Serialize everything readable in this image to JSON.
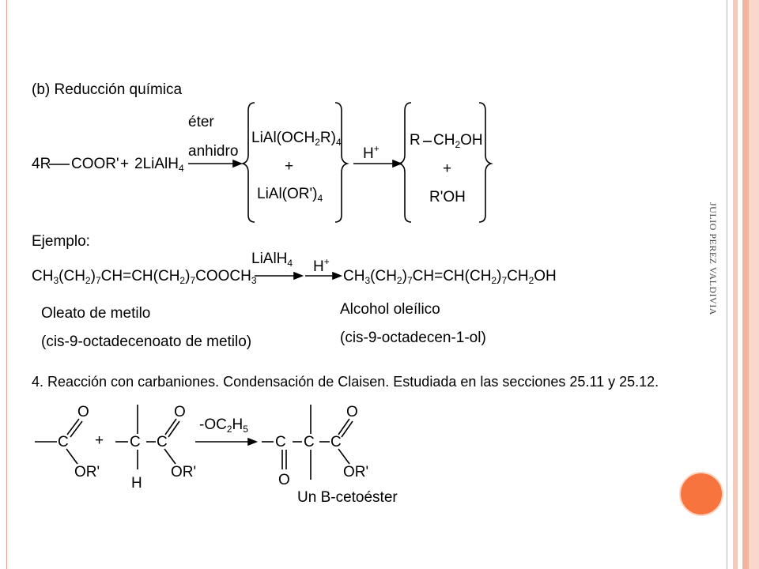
{
  "author": "JULIO PEREZ VALDIVIA",
  "section_b": {
    "title": "(b) Reducción química"
  },
  "reaction1": {
    "reactant_r": "4R",
    "reactant_ester": "COOR'",
    "plus": "+",
    "reactant_li": "2LiAlH",
    "sub4": "4",
    "cond_top": "éter",
    "cond_bottom": "anhidro",
    "int1_main": "LiAl(OCH",
    "int1_sub2": "2",
    "int1_r": "R)",
    "int1_sub4": "4",
    "int_plus": "+",
    "int2_main": "LiAl(OR')",
    "int2_sub4": "4",
    "acid_h": "H",
    "acid_plus": "+",
    "prod1_r": "R",
    "prod1_ch": "CH",
    "prod1_sub2": "2",
    "prod1_oh": "OH",
    "prod_plus": "+",
    "prod2": "R'OH"
  },
  "example": {
    "label": "Ejemplo:",
    "ch3": "CH",
    "s3": "3",
    "ch2_open": "(CH",
    "s2": "2",
    "close": ")",
    "s7": "7",
    "ch": "CH",
    "eq": "=",
    "coo_ch3": "COOCH",
    "reagent": "LiAlH",
    "reagent_sub": "4",
    "acid_h": "H",
    "acid_plus": "+",
    "prod_end": "OH",
    "reactant_name": "Oleato de  metilo",
    "reactant_iupac": "(cis-9-octadecenoato de metilo)",
    "product_name": "Alcohol oleílico",
    "product_iupac": "(cis-9-octadecen-1-ol)"
  },
  "section4": {
    "title": "4. Reacción con carbaniones. Condensación de Claisen. Estudiada en las secciones  25.11 y 25.12."
  },
  "claisen": {
    "o": "O",
    "c": "C",
    "or_prime": "OR'",
    "plus": "+",
    "h": "H",
    "reagent": "-OC",
    "reagent_sub": "2",
    "reagent_h": "H",
    "reagent_sub5": "5",
    "product_name": "Un B-cetoéster"
  }
}
